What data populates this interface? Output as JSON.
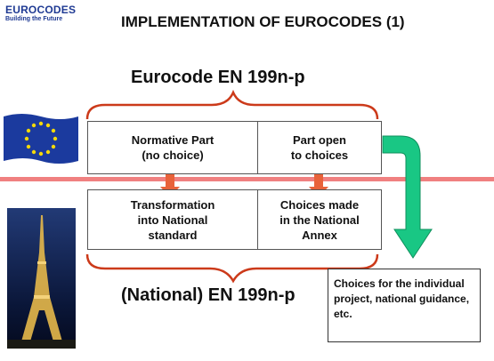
{
  "logo": {
    "title": "EUROCODES",
    "subtitle": "Building the Future"
  },
  "title": "IMPLEMENTATION OF EUROCODES (1)",
  "top_heading": "Eurocode EN 199n-p",
  "bottom_heading": "(National) EN 199n-p",
  "boxes": {
    "normative": "Normative Part\n(no choice)",
    "open": "Part open\nto choices",
    "transformation": "Transformation\ninto National\nstandard",
    "choices_annex": "Choices made\nin the National\nAnnex"
  },
  "note": "Choices for the individual project, national guidance, etc.",
  "colors": {
    "brace": "#cc3a1a",
    "red_line": "#f08080",
    "red_arrow": "#e8623a",
    "green_arrow": "#19c784",
    "logo": "#1f3a93"
  }
}
